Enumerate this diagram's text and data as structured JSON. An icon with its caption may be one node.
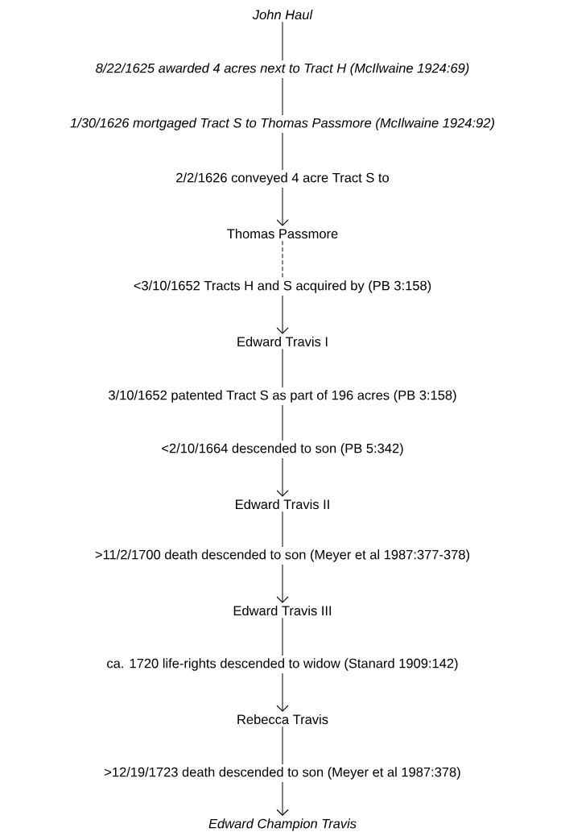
{
  "diagram": {
    "nodes": [
      {
        "text": [
          "John Haul"
        ]
      },
      {
        "text": [
          "8/22/1625 awarded 4 acres next to Tract H (McIlwaine 1924:69)"
        ]
      },
      {
        "text": [
          "1/30/1626 mortgaged Tract S to Thomas Passmore (McIlwaine 1924:92)"
        ]
      },
      {
        "text": [
          "2/2/1626 conveyed 4 acre Tract S to"
        ]
      },
      {
        "text": [
          "Thomas Passmore"
        ]
      },
      {
        "text": [
          "<3/10/1652 Tracts H and S acquired by (PB 3:158)"
        ]
      },
      {
        "text": [
          "Edward Travis I"
        ]
      },
      {
        "text": [
          "3/10/1652 patented Tract S as part of 196 acres (PB 3:158)"
        ]
      },
      {
        "text": [
          "<2/10/1664 descended to son (PB 5:342)"
        ]
      },
      {
        "text": [
          "Edward Travis II"
        ]
      },
      {
        "text": [
          ">11/2/1700 death descended to son (Meyer et al 1987:377-378)"
        ]
      },
      {
        "text": [
          "Edward Travis III"
        ]
      },
      {
        "text": [
          "ca. 1720 life-rights descended to widow (Stanard 1909:142)"
        ]
      },
      {
        "text": [
          "Rebecca Travis"
        ]
      },
      {
        "text": [
          ">12/19/1723 death descended to son (Meyer et al 1987:378)"
        ]
      },
      {
        "text": [
          "Edward Champion Travis"
        ]
      }
    ],
    "edges": [
      {
        "from": 0,
        "to": 1,
        "arrow": "none"
      },
      {
        "from": 1,
        "to": 2,
        "arrow": "none"
      },
      {
        "from": 2,
        "to": 3,
        "arrow": "none"
      },
      {
        "from": 3,
        "to": 4,
        "arrow": "to"
      },
      {
        "from": 4,
        "to": 5,
        "arrow": "none",
        "style": "dashed"
      },
      {
        "from": 5,
        "to": 6,
        "arrow": "to"
      },
      {
        "from": 6,
        "to": 7,
        "arrow": "none"
      },
      {
        "from": 7,
        "to": 8,
        "arrow": "none"
      },
      {
        "from": 8,
        "to": 9,
        "arrow": "to"
      },
      {
        "from": 9,
        "to": 10,
        "arrow": "none"
      },
      {
        "from": 10,
        "to": 11,
        "arrow": "to"
      },
      {
        "from": 11,
        "to": 12,
        "arrow": "none"
      },
      {
        "from": 12,
        "to": 13,
        "arrow": "to"
      },
      {
        "from": 13,
        "to": 14,
        "arrow": "none"
      },
      {
        "from": 14,
        "to": 15,
        "arrow": "to"
      }
    ]
  }
}
